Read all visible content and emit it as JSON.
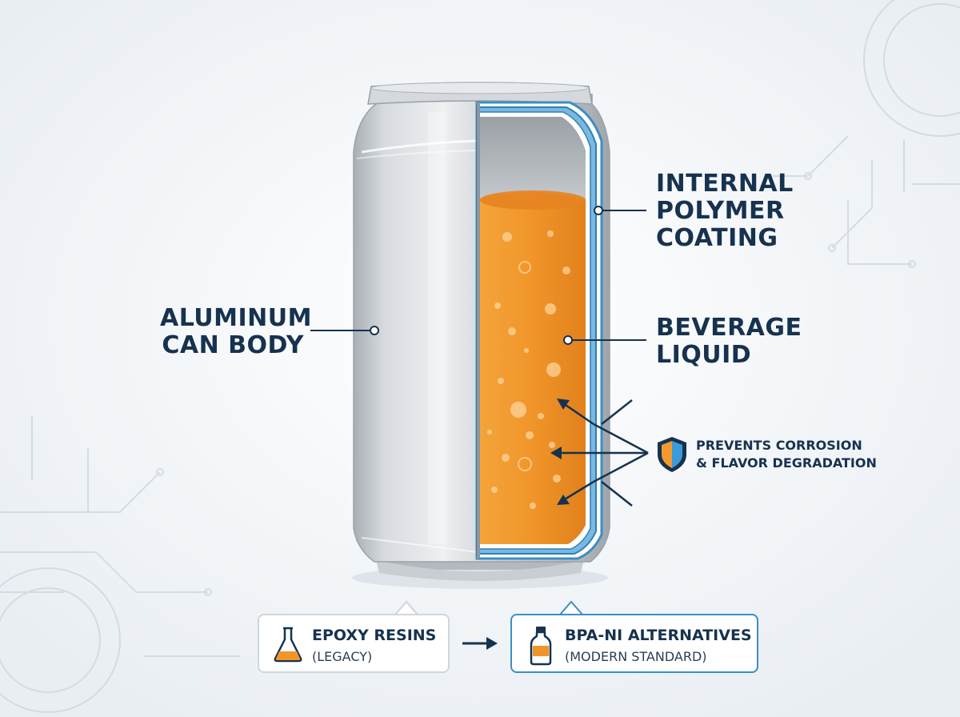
{
  "labels": {
    "aluminum": [
      "ALUMINUM",
      "CAN BODY"
    ],
    "coating": [
      "INTERNAL",
      "POLYMER",
      "COATING"
    ],
    "liquid": [
      "BEVERAGE",
      "LIQUID"
    ],
    "prevents": [
      "PREVENTS CORROSION",
      "& FLAVOR DEGRADATION"
    ]
  },
  "comparison": {
    "legacy": {
      "title": "EPOXY RESINS",
      "subtitle": "(LEGACY)",
      "icon": "flask-icon"
    },
    "modern": {
      "title": "BPA-NI ALTERNATIVES",
      "subtitle": "(MODERN STANDARD)",
      "icon": "bottle-icon"
    },
    "arrow_icon": "right-arrow-icon"
  },
  "colors": {
    "navy": "#16324f",
    "coating_blue": "#3b8fc4",
    "liquid_orange": "#f0962a",
    "aluminum": "#c9ced3"
  }
}
